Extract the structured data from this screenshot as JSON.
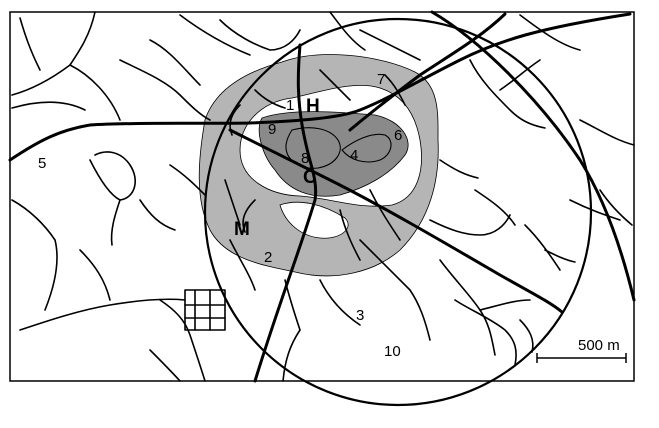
{
  "map": {
    "zone_labels": {
      "H": "H",
      "C": "C",
      "M": "M"
    },
    "site_numbers": [
      "1",
      "2",
      "3",
      "4",
      "5",
      "6",
      "7",
      "8",
      "9",
      "10"
    ],
    "scale_bar": {
      "label": "500 m"
    },
    "colors": {
      "outer_zone": "#b5b5b5",
      "core_zone": "#8a8a8a",
      "lines": "#000000",
      "background": "#ffffff"
    }
  }
}
